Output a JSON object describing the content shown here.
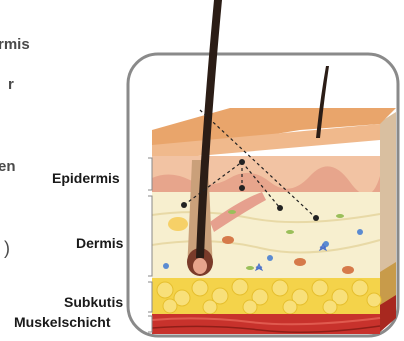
{
  "clipped_text": {
    "line1": "rmis",
    "line2": "r",
    "line3": "en",
    "line4": ")"
  },
  "layers": {
    "epidermis": "Epidermis",
    "dermis": "Dermis",
    "subkutis": "Subkutis",
    "muskelschicht": "Muskelschicht"
  },
  "colors": {
    "frame": "#8a8a8a",
    "epidermis": "#f2c3a3",
    "skin_top": "#e9a56b",
    "dermis": "#f7efcf",
    "fat": "#f4d34a",
    "muscle": "#c8322c",
    "hair": "#2b1d16"
  }
}
